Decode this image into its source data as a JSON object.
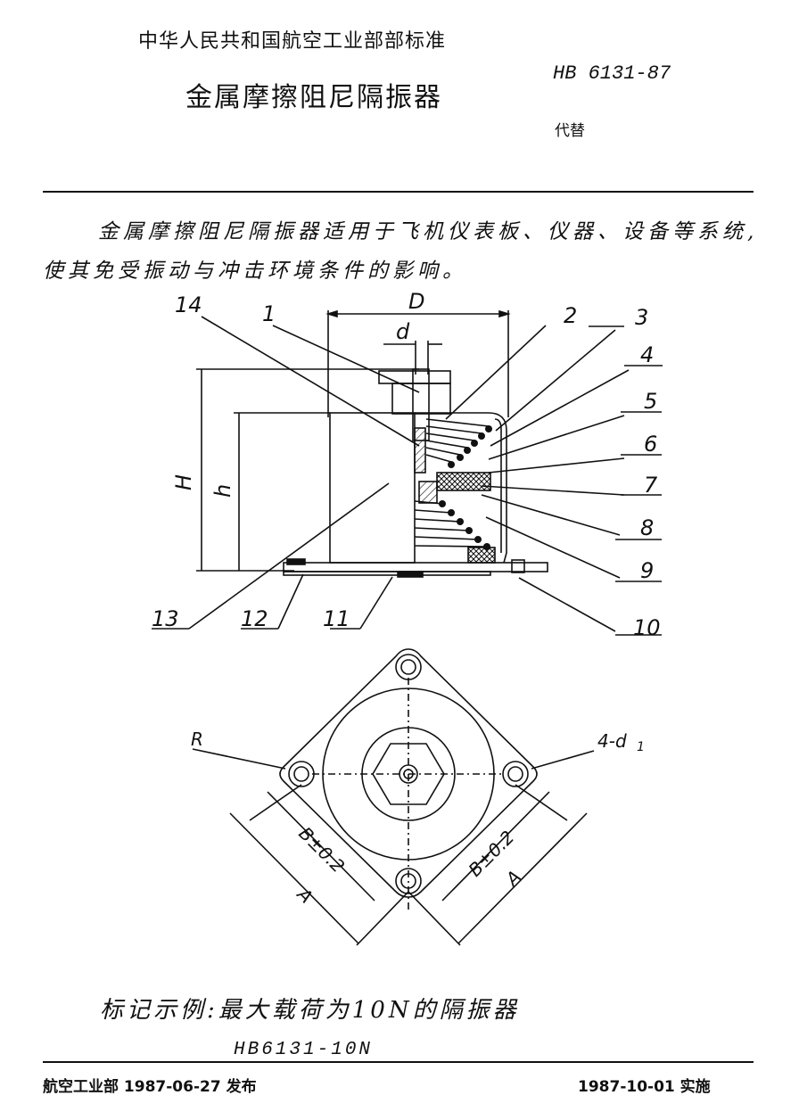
{
  "header": {
    "ministry": "中华人民共和国航空工业部部标准",
    "title": "金属摩擦阻尼隔振器",
    "code": "HB 6131-87",
    "replaces": "代替"
  },
  "body": {
    "para1": "金属摩擦阻尼隔振器适用于飞机仪表板、仪器、设备等系统,",
    "para2": "使其免受振动与冲击环境条件的影响。"
  },
  "drawing": {
    "dim_D": "D",
    "dim_d": "d",
    "dim_H": "H",
    "dim_h": "h",
    "labels": [
      "14",
      "1",
      "2",
      "3",
      "4",
      "5",
      "6",
      "7",
      "8",
      "9",
      "10",
      "11",
      "12",
      "13"
    ],
    "plan_R": "R",
    "plan_holes": "4-d",
    "plan_holes_sub": "1",
    "plan_B1": "B±0.2",
    "plan_B2": "B±0.2",
    "plan_A1": "A",
    "plan_A2": "A"
  },
  "marking": {
    "example": "标记示例:最大载荷为10N的隔振器",
    "designation": "HB6131-10N"
  },
  "footer": {
    "issued": "航空工业部 1987-06-27 发布",
    "implemented": "1987-10-01 实施"
  }
}
